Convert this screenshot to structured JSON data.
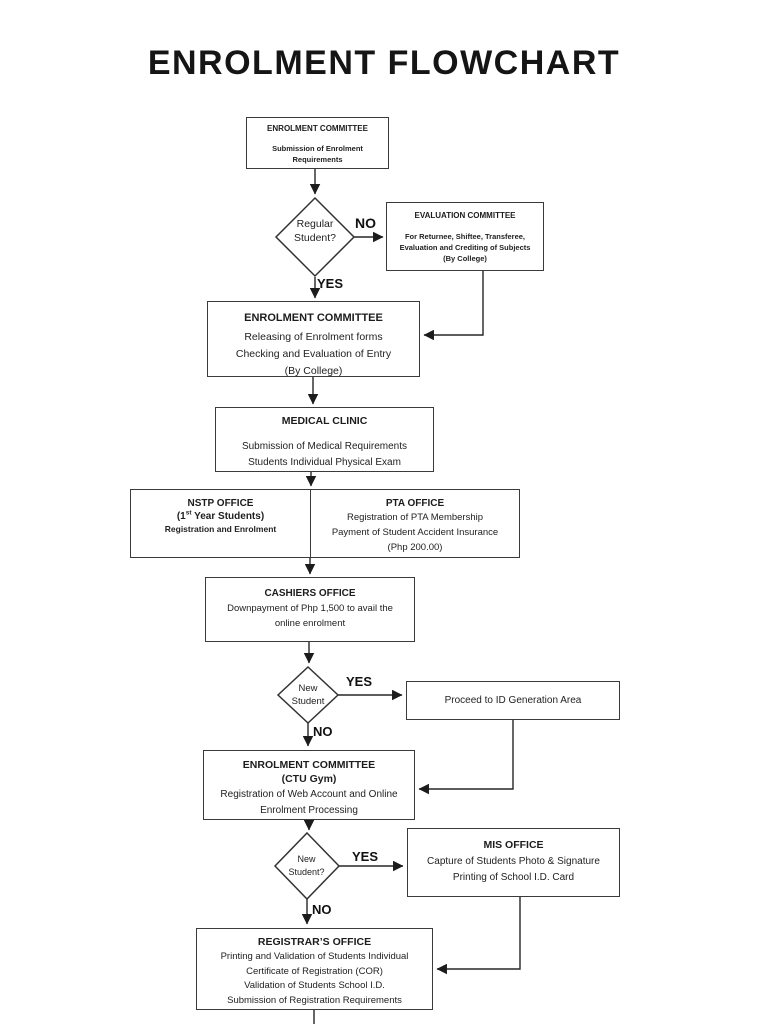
{
  "page": {
    "title": "ENROLMENT FLOWCHART"
  },
  "colors": {
    "ink": "#1f1f1f",
    "line": "#262626",
    "border": "#3a3a3a",
    "page_bg": "#ffffff"
  },
  "nodes": {
    "submission": {
      "header": "ENROLMENT COMMITTEE",
      "body": "Submission of Enrolment\nRequirements"
    },
    "evaluation": {
      "header": "EVALUATION COMMITTEE",
      "body": "For Returnee, Shiftee, Transferee,\nEvaluation and Crediting of Subjects\n(By College)"
    },
    "releasing": {
      "header": "ENROLMENT COMMITTEE",
      "body": "Releasing of Enrolment forms\nChecking and Evaluation of Entry\n(By College)"
    },
    "medical": {
      "header": "MEDICAL CLINIC",
      "body": "Submission of Medical Requirements\nStudents Individual Physical Exam"
    },
    "nstp": {
      "header": "NSTP OFFICE",
      "line_pre": "(1",
      "line_sup": "st",
      "line_post": " Year Students)",
      "body": "Registration and Enrolment"
    },
    "pta": {
      "header": "PTA OFFICE",
      "body": "Registration of PTA Membership\nPayment of Student Accident Insurance\n(Php 200.00)"
    },
    "cashiers": {
      "header": "CASHIERS OFFICE",
      "body": "Downpayment of Php 1,500 to avail the\nonline enrolment"
    },
    "proceed": {
      "body": "Proceed to ID Generation Area"
    },
    "ctu": {
      "header": "ENROLMENT COMMITTEE",
      "subheader": "(CTU Gym)",
      "body": "Registration of Web Account and Online\nEnrolment Processing"
    },
    "mis": {
      "header": "MIS OFFICE",
      "body": "Capture of Students Photo & Signature\nPrinting of School I.D. Card"
    },
    "registrar": {
      "header": "REGISTRAR’S OFFICE",
      "body": "Printing and Validation of Students Individual\nCertificate of Registration (COR)\nValidation of Students School I.D.\nSubmission of Registration Requirements"
    }
  },
  "decisions": {
    "regular_student": "Regular\nStudent?",
    "new_student_1": "New\nStudent",
    "new_student_2": "New\nStudent?"
  },
  "edge_labels": {
    "no_1": "NO",
    "yes_1": "YES",
    "yes_2": "YES",
    "no_2": "NO",
    "yes_3": "YES",
    "no_3": "NO"
  }
}
